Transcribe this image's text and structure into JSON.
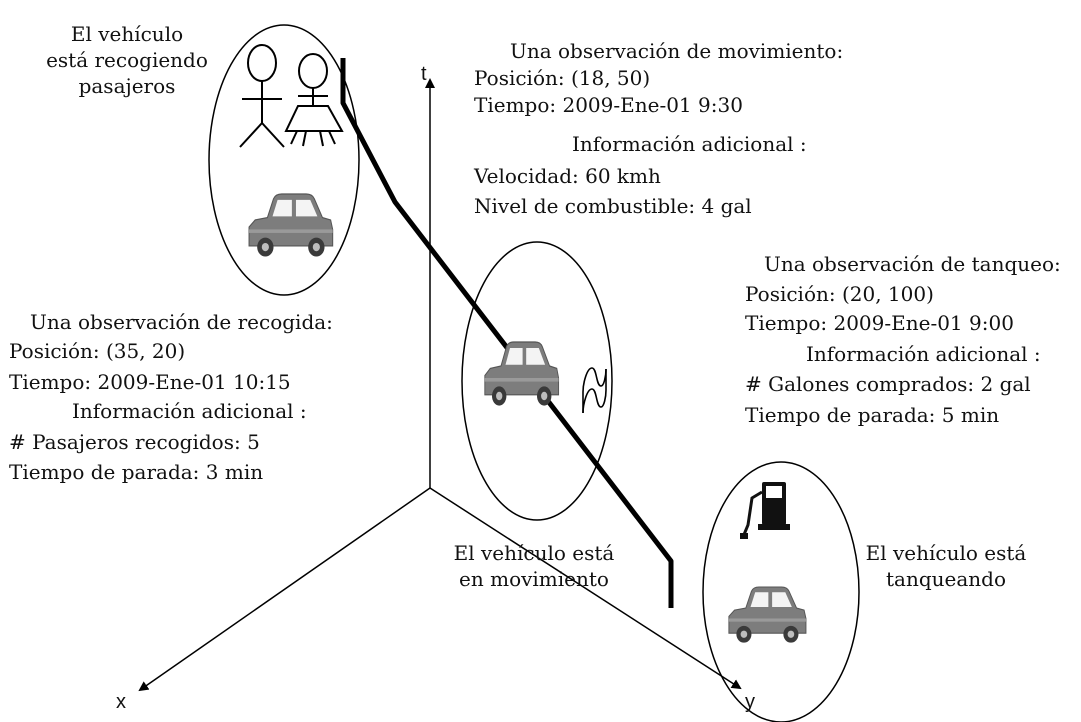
{
  "axes": {
    "t": "t",
    "x": "x",
    "y": "y"
  },
  "states": {
    "pickup": {
      "lines": [
        "El vehículo",
        "está recogiendo",
        "pasajeros"
      ]
    },
    "moving": {
      "lines": [
        "El vehículo está",
        "en movimiento"
      ]
    },
    "fueling": {
      "lines": [
        "El vehículo está",
        "tanqueando"
      ]
    }
  },
  "observations": {
    "moving": {
      "title": "Una observación de movimiento:",
      "position": "Posición: (18, 50)",
      "time": "Tiempo: 2009-Ene-01 9:30",
      "extra_title": "Información adicional :",
      "extra": [
        "Velocidad: 60 kmh",
        "Nivel de combustible: 4 gal"
      ]
    },
    "pickup": {
      "title": "Una observación de recogida:",
      "position": "Posición: (35, 20)",
      "time": "Tiempo: 2009-Ene-01 10:15",
      "extra_title": "Información adicional :",
      "extra": [
        "# Pasajeros recogidos: 5",
        "Tiempo de parada: 3 min"
      ]
    },
    "fueling": {
      "title": "Una observación de tanqueo:",
      "position": "Posición: (20, 100)",
      "time": "Tiempo: 2009-Ene-01 9:00",
      "extra_title": "Información adicional :",
      "extra": [
        "# Galones comprados: 2 gal",
        "Tiempo de parada: 5 min"
      ]
    }
  }
}
